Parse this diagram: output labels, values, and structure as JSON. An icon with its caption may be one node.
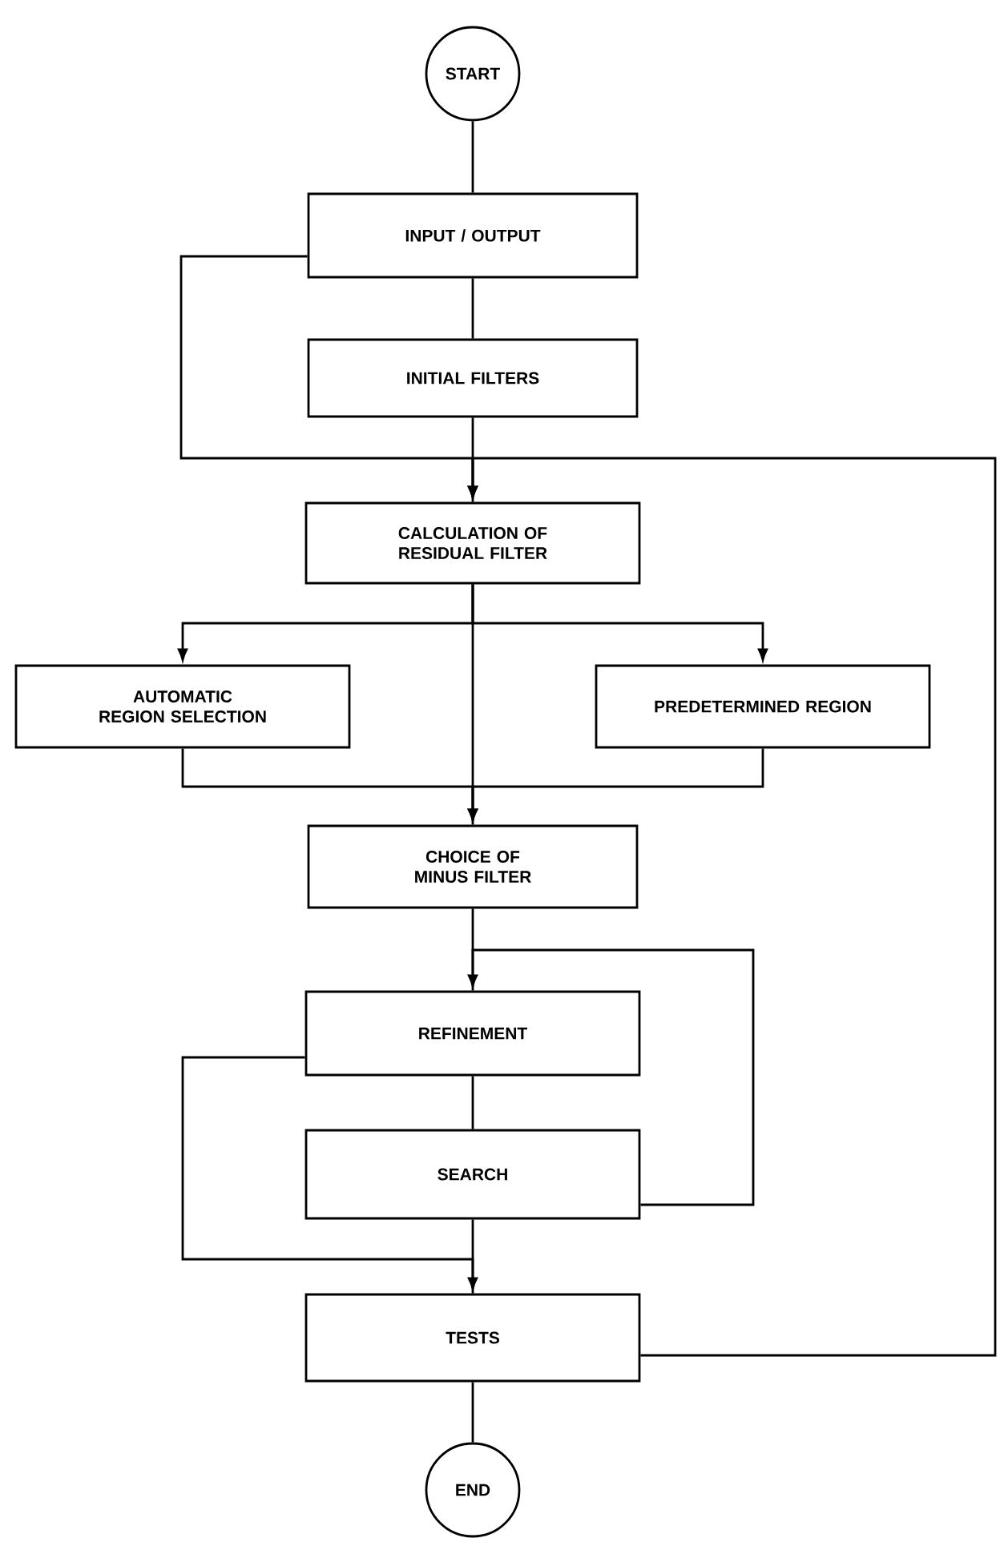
{
  "diagram": {
    "nodes": [
      {
        "text": [
          "START"
        ]
      },
      {
        "text": [
          "INPUT / OUTPUT"
        ]
      },
      {
        "text": [
          "INITIAL FILTERS"
        ]
      },
      {
        "text": [
          "CALCULATION OF RESIDUAL FILTER"
        ]
      },
      {
        "text": [
          "AUTOMATIC REGION SELECTION"
        ]
      },
      {
        "text": [
          "PREDETERMINED REGION"
        ]
      },
      {
        "text": [
          "CHOICE OF MINUS FILTER"
        ]
      },
      {
        "text": [
          "REFINEMENT"
        ]
      },
      {
        "text": [
          "SEARCH"
        ]
      },
      {
        "text": [
          "TESTS"
        ]
      },
      {
        "text": [
          "END"
        ]
      }
    ],
    "edges": [
      {
        "from": 0,
        "to": 1,
        "arrow": "none"
      },
      {
        "from": 1,
        "to": 2,
        "arrow": "none"
      },
      {
        "from": 2,
        "to": 3,
        "arrow": "none"
      },
      {
        "from": 1,
        "to": 3,
        "arrow": "to"
      },
      {
        "from": 9,
        "to": 3,
        "arrow": "to"
      },
      {
        "from": 3,
        "to": 4,
        "arrow": "to"
      },
      {
        "from": 3,
        "to": 5,
        "arrow": "to"
      },
      {
        "from": 3,
        "to": 6,
        "arrow": "none"
      },
      {
        "from": 4,
        "to": 6,
        "arrow": "to"
      },
      {
        "from": 5,
        "to": 6,
        "arrow": "to"
      },
      {
        "from": 6,
        "to": 7,
        "arrow": "none"
      },
      {
        "from": 7,
        "to": 8,
        "arrow": "none"
      },
      {
        "from": 8,
        "to": 7,
        "arrow": "to"
      },
      {
        "from": 7,
        "to": 9,
        "arrow": "to"
      },
      {
        "from": 8,
        "to": 9,
        "arrow": "none"
      },
      {
        "from": 9,
        "to": 10,
        "arrow": "none"
      }
    ]
  }
}
